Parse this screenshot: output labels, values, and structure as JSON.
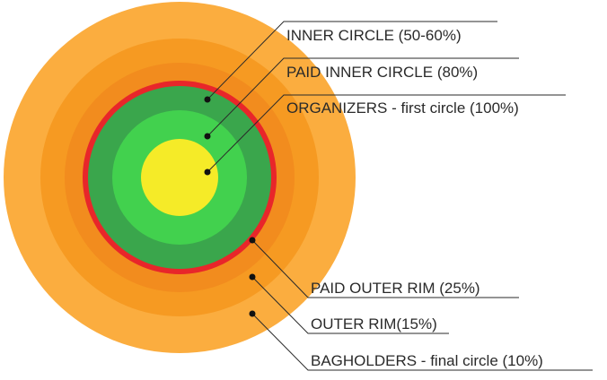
{
  "diagram": {
    "colors": {
      "bagholders": "#FBAD3F",
      "outer_rim": "#F69A22",
      "paid_outer_rim": "#F28C1E",
      "red_ring": "#E8262A",
      "inner_circle": "#3AA64C",
      "paid_inner_circle": "#42D14E",
      "organizers": "#F5EB28"
    },
    "labels": {
      "inner_circle": "INNER CIRCLE (50-60%)",
      "paid_inner_circle": "PAID INNER CIRCLE (80%)",
      "organizers": "ORGANIZERS - first circle (100%)",
      "paid_outer_rim": "PAID OUTER RIM (25%)",
      "outer_rim": "OUTER RIM(15%)",
      "bagholders": "BAGHOLDERS - final circle (10%)"
    }
  }
}
